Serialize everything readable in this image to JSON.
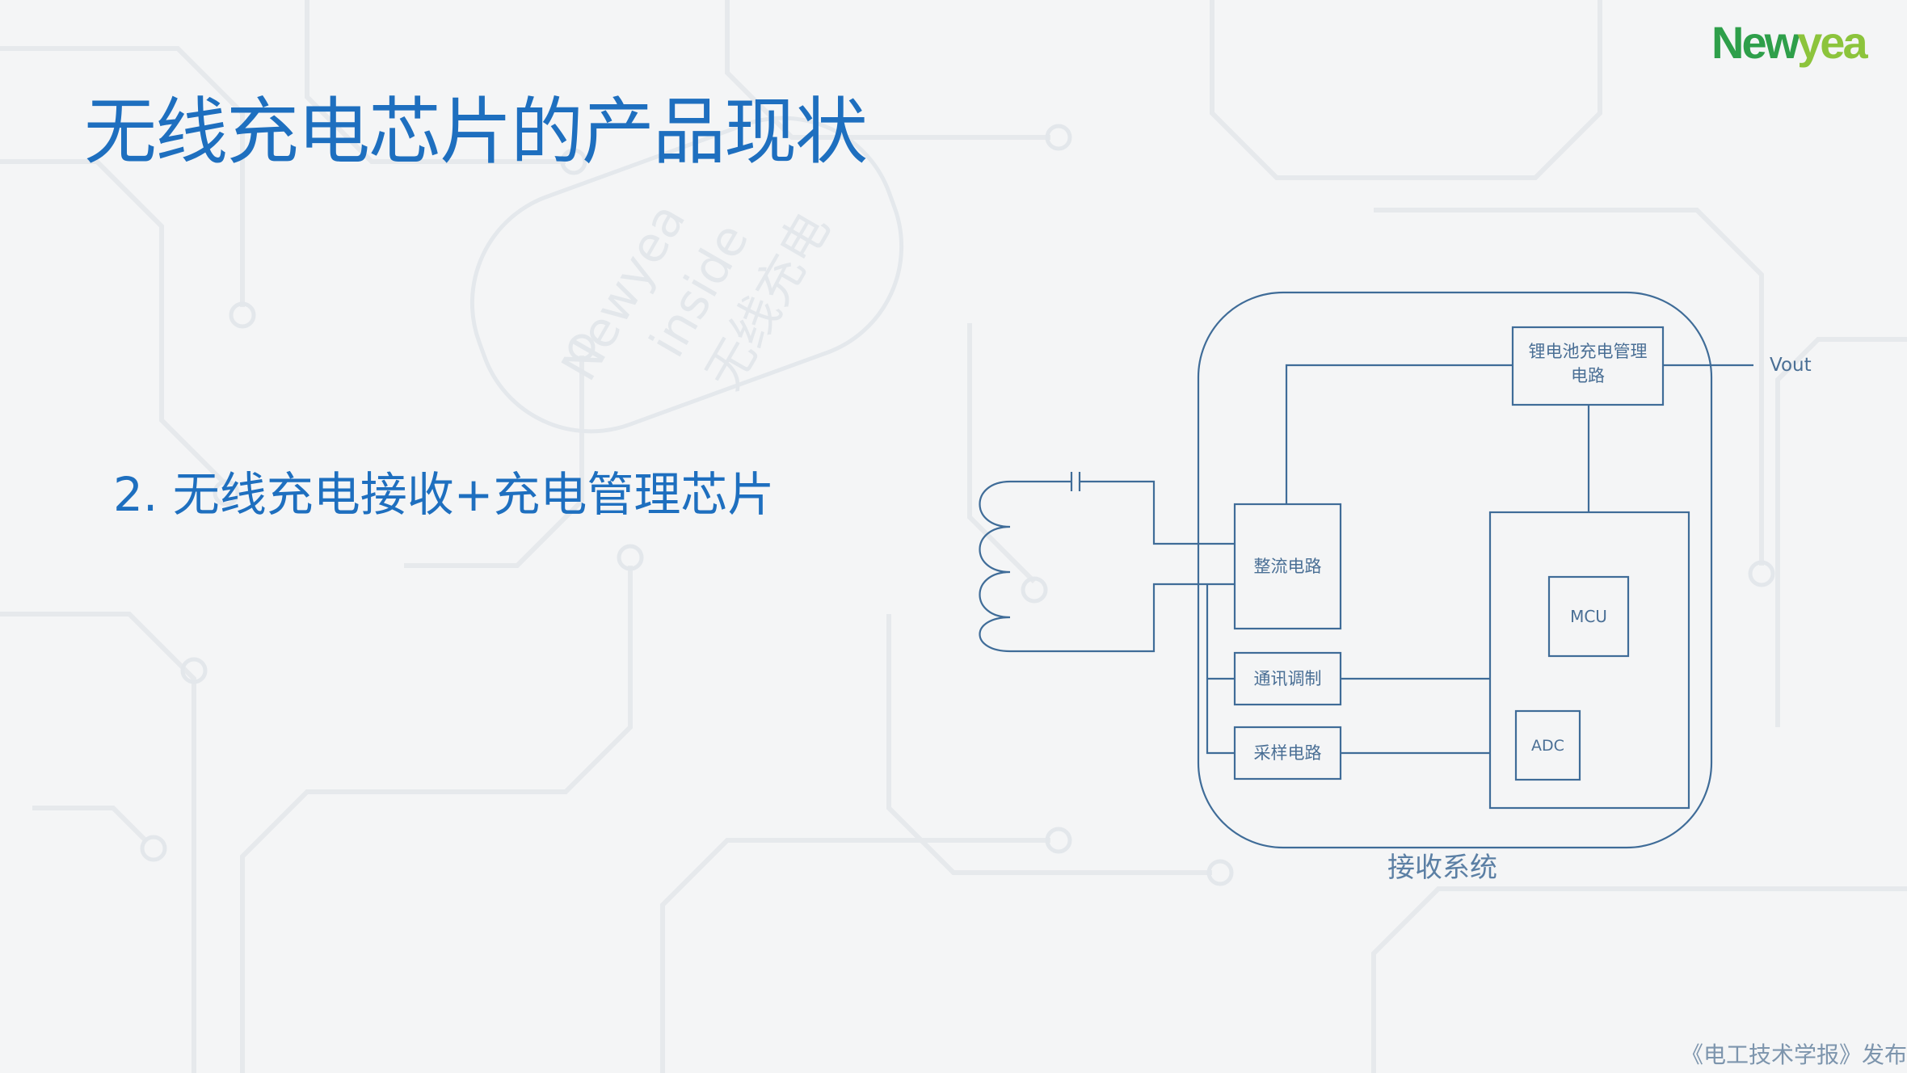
{
  "logo": {
    "part1": "New",
    "part2": "yea"
  },
  "title": "无线充电芯片的产品现状",
  "subtitle": "2. 无线充电接收+充电管理芯片",
  "watermark": [
    "Newyea",
    "inside",
    "无线充电"
  ],
  "diagram": {
    "boxes": {
      "battery": {
        "line1": "锂电池充电管理",
        "line2": "电路"
      },
      "rectifier": "整流电路",
      "comm": "通讯调制",
      "sampling": "采样电路",
      "mcu": "MCU",
      "adc": "ADC"
    },
    "vout": "Vout",
    "system_label": "接收系统"
  },
  "footer": "《电工技术学报》发布",
  "colors": {
    "title": "#1e6fbf",
    "line": "#3f6c98",
    "label": "#4a6f95",
    "logo_green": "#2e9f4a",
    "logo_lime": "#8cc43c"
  }
}
